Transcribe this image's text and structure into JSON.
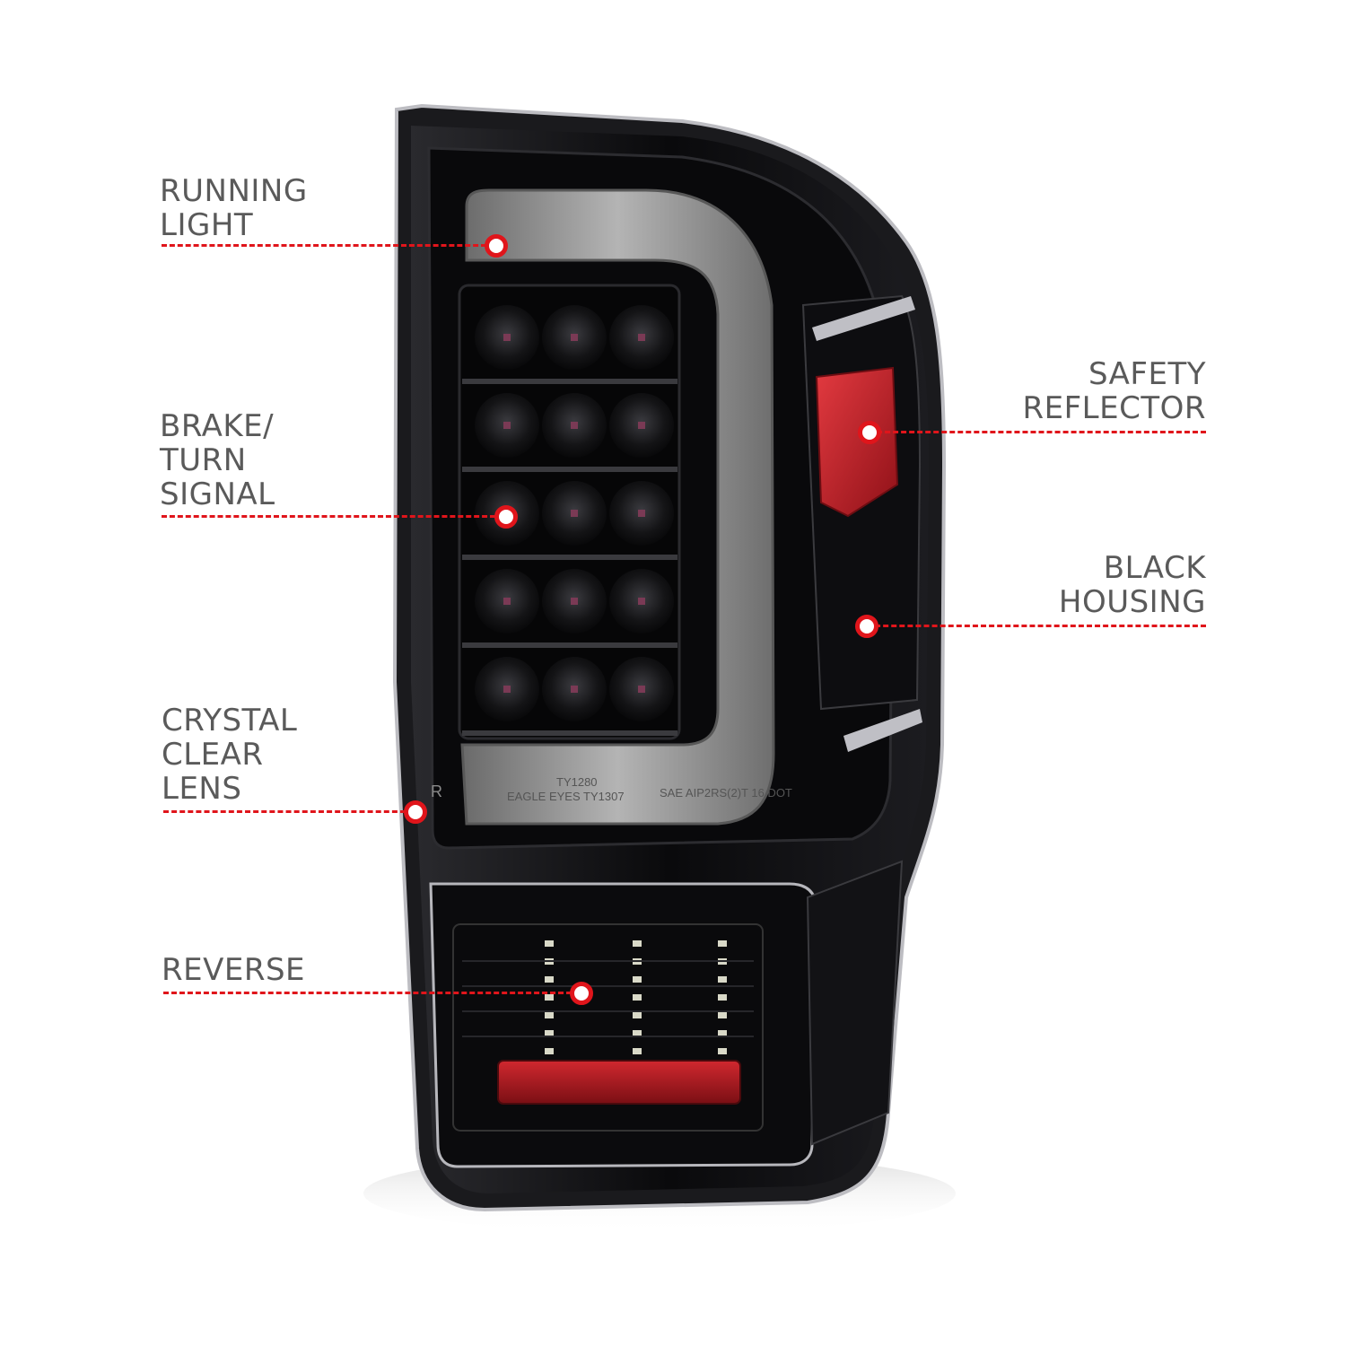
{
  "colors": {
    "accent": "#e0151b",
    "label_text": "#5a5a5a",
    "housing": "#0b0b0d",
    "light_bar": "#9a9a9a",
    "reflector": "#c8202a"
  },
  "callouts": {
    "running_light": [
      "RUNNING",
      "LIGHT"
    ],
    "brake_turn": [
      "BRAKE/",
      "TURN",
      "SIGNAL"
    ],
    "crystal_lens": [
      "CRYSTAL",
      "CLEAR",
      "LENS"
    ],
    "reverse": [
      "REVERSE"
    ],
    "safety_reflector": [
      "SAFETY",
      "REFLECTOR"
    ],
    "black_housing": [
      "BLACK",
      "HOUSING"
    ]
  },
  "lens_markings": {
    "side_mark": "R",
    "line1": "TY1280",
    "line2": "EAGLE EYES TY1307",
    "line3": "SAE AIP2RS(2)T 16 DOT"
  }
}
